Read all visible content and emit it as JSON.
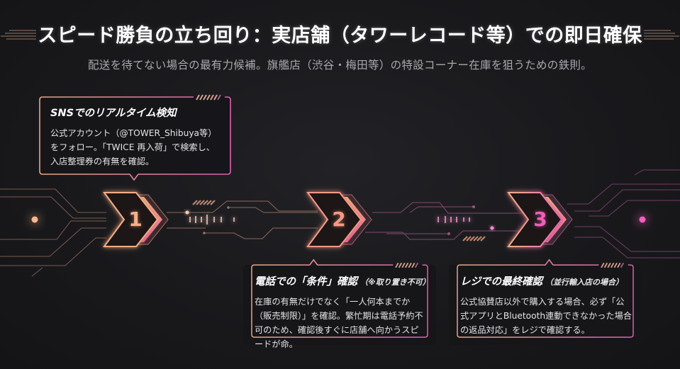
{
  "header": {
    "title": "スピード勝負の立ち回り：実店舗（タワーレコード等）での即日確保",
    "subtitle": "配送を待てない場合の最有力候補。旗艦店（渋谷・梅田等）の特設コーナー在庫を狙うための鉄則。"
  },
  "steps": [
    {
      "number": "1",
      "title": "SNSでのリアルタイム検知",
      "note": "",
      "body": "公式アカウント（@TOWER_Shibuya等）をフォロー。「TWICE 再入荷」で検索し、入店整理券の有無を確認。",
      "color": "#f2a27a"
    },
    {
      "number": "2",
      "title": "電話での「条件」確認",
      "note": "（※取り置き不可）",
      "body": "在庫の有無だけでなく「一人何本までか（販売制限）」を確認。繁忙期は電話予約不可のため、確認後すぐに店舗へ向かうスピードが命。",
      "color": "#f08a90"
    },
    {
      "number": "3",
      "title": "レジでの最終確認",
      "note": "（並行輸入店の場合）",
      "body": "公式協賛店以外で購入する場合、必ず「公式アプリとBluetooth連動できなかった場合の返品対応」をレジで確認する。",
      "color": "#ee5fb8"
    }
  ],
  "colors": {
    "background": "#19191c",
    "peach": "#f5ad84",
    "pink": "#ec5cb6",
    "text": "#e4e4e6",
    "subtitle": "#a9a9ad"
  },
  "icons": [
    "speed-lines-icon",
    "chevron-step-icon",
    "circuit-line-icon",
    "hatch-stripes-icon",
    "node-dot-icon"
  ]
}
